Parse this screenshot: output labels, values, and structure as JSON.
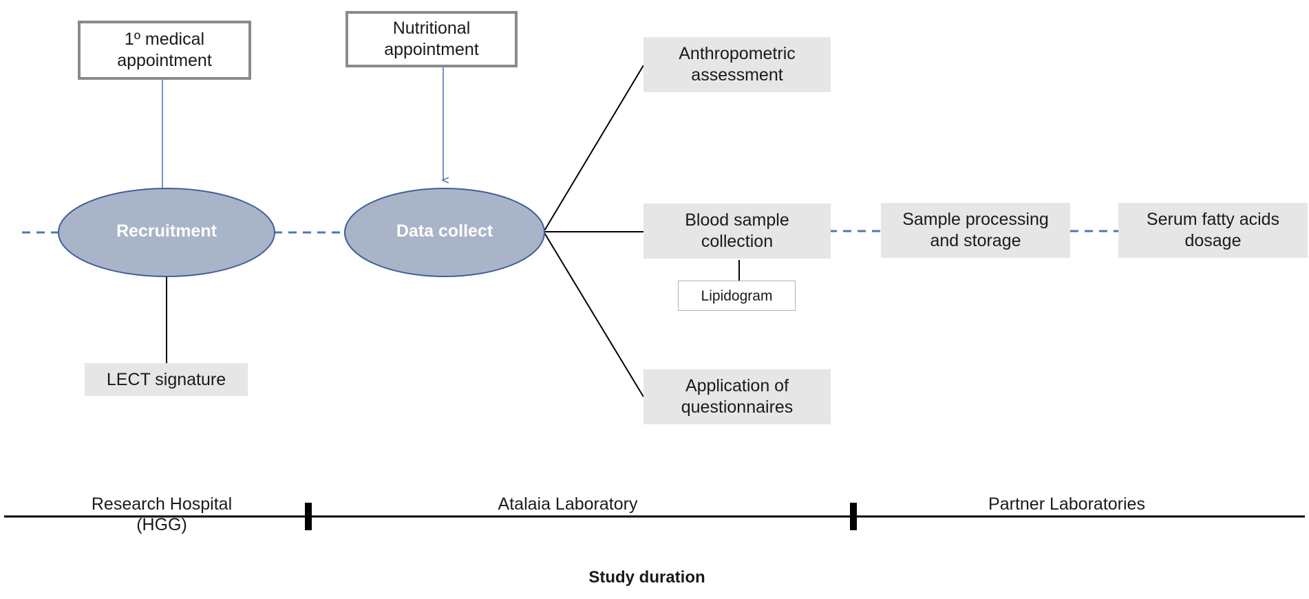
{
  "nodes": {
    "medical_appointment": "1º medical\nappointment",
    "nutritional_appointment": "Nutritional\nappointment",
    "recruitment": "Recruitment",
    "data_collect": "Data collect",
    "lect_signature": "LECT signature",
    "anthropometric": "Anthropometric\nassessment",
    "blood_sample": "Blood sample\ncollection",
    "lipidogram": "Lipidogram",
    "questionnaires": "Application of\nquestionnaires",
    "sample_processing": "Sample processing\nand storage",
    "serum_fatty_acids": "Serum fatty acids\ndosage"
  },
  "timeline": {
    "research_hospital": "Research Hospital\n(HGG)",
    "atalaia": "Atalaia Laboratory",
    "partner": "Partner  Laboratories",
    "title": "Study duration"
  },
  "colors": {
    "ellipse_fill": "#a9b4c8",
    "ellipse_stroke": "#3f5f99",
    "arrow": "#4a6fb5",
    "dashed": "#4a78b8",
    "box_grey": "#e6e6e6"
  }
}
